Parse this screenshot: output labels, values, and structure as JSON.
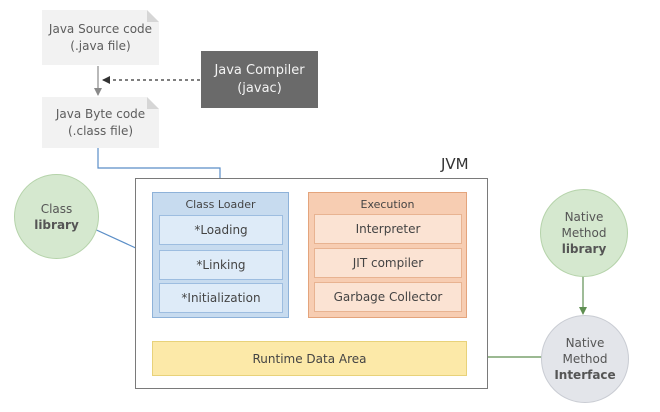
{
  "source": {
    "line1": "Java Source code",
    "line2": "(.java file)"
  },
  "compiler": {
    "line1": "Java Compiler",
    "line2": "(javac)"
  },
  "bytecode": {
    "line1": "Java Byte code",
    "line2": "(.class file)"
  },
  "jvm": {
    "label": "JVM"
  },
  "class_library": {
    "line1": "Class",
    "line2": "library"
  },
  "class_loader": {
    "title": "Class Loader",
    "items": [
      "*Loading",
      "*Linking",
      "*Initialization"
    ]
  },
  "execution": {
    "title": "Execution",
    "items": [
      "Interpreter",
      "JIT compiler",
      "Garbage Collector"
    ]
  },
  "runtime_data_area": {
    "label": "Runtime Data Area"
  },
  "native_library": {
    "line1": "Native",
    "line2": "Method",
    "line3": "library"
  },
  "native_interface": {
    "line1": "Native",
    "line2": "Method",
    "line3": "Interface"
  },
  "colors": {
    "class_loader": "#c7dbef",
    "execution": "#f7cdb2",
    "runtime_data_area": "#fce9a8",
    "green_circle": "#d5e8cf",
    "grey_circle": "#e3e5ea",
    "compiler": "#6a6a6a",
    "document": "#f2f2f2"
  }
}
